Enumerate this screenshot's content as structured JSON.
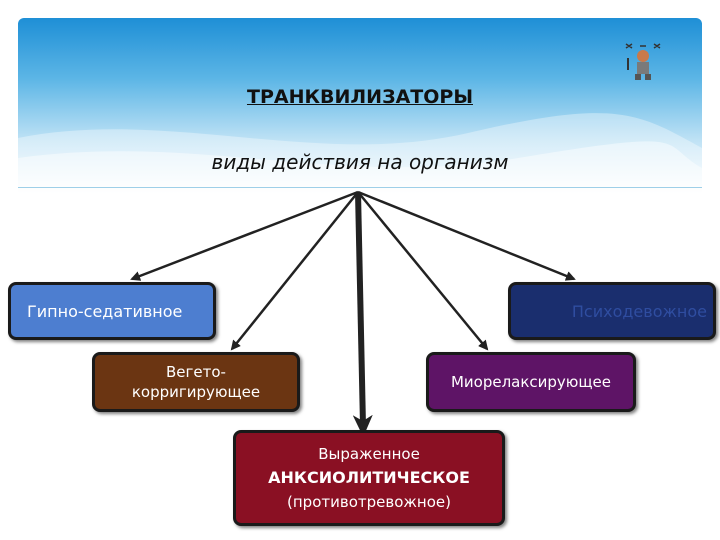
{
  "diagram": {
    "title": "ТРАНКВИЛИЗАТОРЫ",
    "subtitle": "виды действия на организм",
    "boxes": {
      "hypno": "Гипно-седативное",
      "vegetative_line1": "Вегето-",
      "vegetative_line2": "корригирующее",
      "stimulating": "Психодевожное",
      "muscle": "Миорелаксирующее",
      "anx_line1": "Выраженное",
      "anx_line2": "АНКСИОЛИТИЧЕСКОЕ",
      "anx_line3": "(противотревожное)"
    },
    "colors": {
      "hypno": "#4d7ed0",
      "vegetative": "#6b3512",
      "stimulating": "#1a2e6e",
      "muscle": "#5e1466",
      "anxiolytic": "#8a1023"
    }
  }
}
